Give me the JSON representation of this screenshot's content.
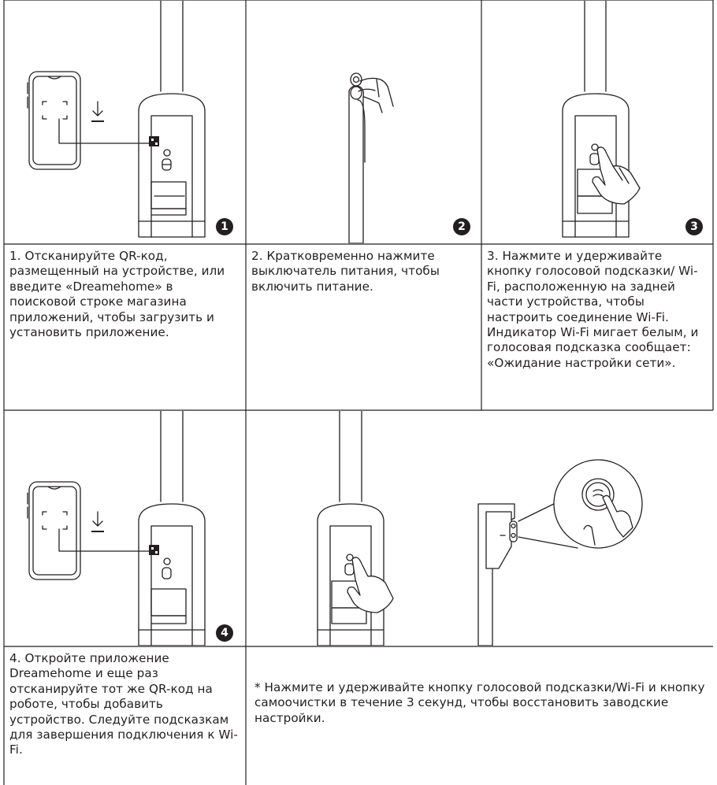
{
  "steps": [
    {
      "badge": "1",
      "text": "1. Отсканируйте QR-код, размещенный на устройстве, или введите «Dreamehome» в поисковой строке магазина приложений, чтобы загрузить и установить приложение."
    },
    {
      "badge": "2",
      "text": "2. Кратковременно нажмите выключатель питания, чтобы включить питание."
    },
    {
      "badge": "3",
      "text": "3. Нажмите и удерживайте кнопку голосовой подсказки/ Wi-Fi, расположенную на задней части устройства, чтобы настроить соединение Wi-Fi. Индикатор Wi-Fi мигает белым, и голосовая подсказка сообщает: «Ожидание настройки сети»."
    },
    {
      "badge": "4",
      "text": "4. Откройте приложение Dreamehome и еще раз отсканируйте тот же QR-код на роботе, чтобы добавить устройство. Следуйте подсказкам для завершения подключения к Wi-Fi."
    }
  ],
  "note": "* Нажмите и удерживайте кнопку голосовой подсказки/Wi-Fi и кнопку самоочистки в течение 3 секунд, чтобы восстановить заводские настройки.",
  "icons": [
    "phone-qr-scan-icon",
    "download-arrow-icon",
    "qr-code-icon",
    "power-button-icon",
    "hand-press-icon",
    "wifi-voice-button-icon"
  ]
}
